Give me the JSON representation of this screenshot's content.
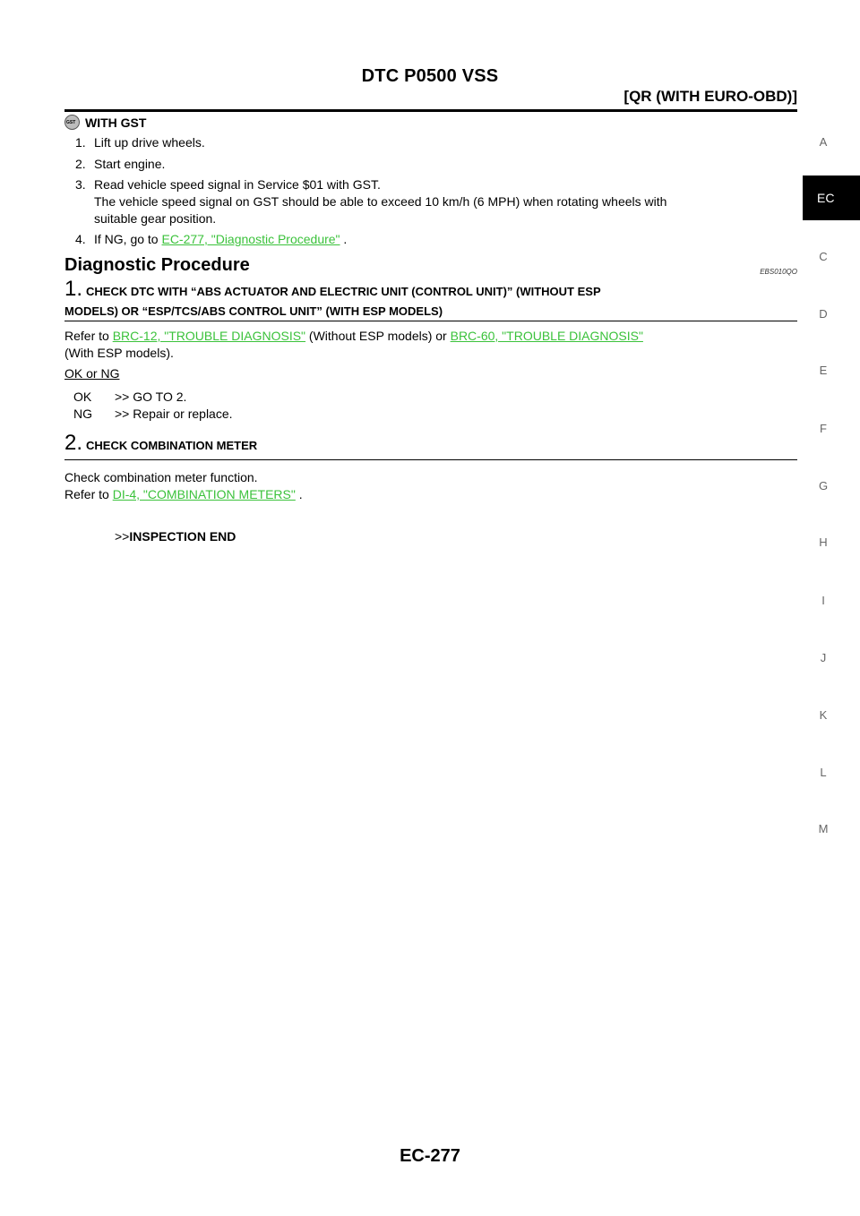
{
  "header": {
    "title": "DTC P0500 VSS",
    "subtitle": "[QR (WITH EURO-OBD)]"
  },
  "section_index": {
    "letters": [
      "A",
      "C",
      "D",
      "E",
      "F",
      "G",
      "H",
      "I",
      "J",
      "K",
      "L",
      "M"
    ],
    "active": "EC"
  },
  "gst": {
    "icon": "gst-icon",
    "label": "WITH GST",
    "steps": [
      {
        "num": "1.",
        "text": "Lift up drive wheels."
      },
      {
        "num": "2.",
        "text": "Start engine."
      },
      {
        "num": "3.",
        "text": "Read vehicle speed signal in Service $01 with GST.",
        "cont1": "The vehicle speed signal on GST should be able to exceed 10 km/h (6 MPH) when rotating wheels with",
        "cont2": "suitable gear position."
      },
      {
        "num": "4.",
        "text": "If NG, go to ",
        "link": "EC-277, \"Diagnostic Procedure\"",
        "tail": " ."
      }
    ]
  },
  "diagnostic": {
    "title": "Diagnostic Procedure",
    "code": "EBS010QO",
    "step1": {
      "num": "1.",
      "heading_line1": "CHECK DTC WITH “ABS ACTUATOR AND ELECTRIC UNIT (CONTROL UNIT)” (WITHOUT ESP",
      "heading_line2": "MODELS) OR “ESP/TCS/ABS CONTROL UNIT” (WITH ESP MODELS)",
      "body_prefix": "Refer to ",
      "link1": "BRC-12, \"TROUBLE DIAGNOSIS\"",
      "body_mid": " (Without ESP models) or ",
      "link2": "BRC-60, \"TROUBLE DIAGNOSIS\"",
      "body_line2": "(With ESP models).",
      "ok_ng_label": "OK or NG",
      "ok_label": "OK",
      "ok_text": ">> GO TO 2.",
      "ng_label": "NG",
      "ng_text": ">> Repair or replace."
    },
    "step2": {
      "num": "2.",
      "heading": "CHECK COMBINATION METER",
      "line1": "Check combination meter function.",
      "line2_prefix": "Refer to ",
      "link": "DI-4, \"COMBINATION METERS\"",
      "line2_tail": " .",
      "end_prefix": ">>",
      "end_text": "INSPECTION END"
    }
  },
  "footer": {
    "page_number": "EC-277"
  }
}
